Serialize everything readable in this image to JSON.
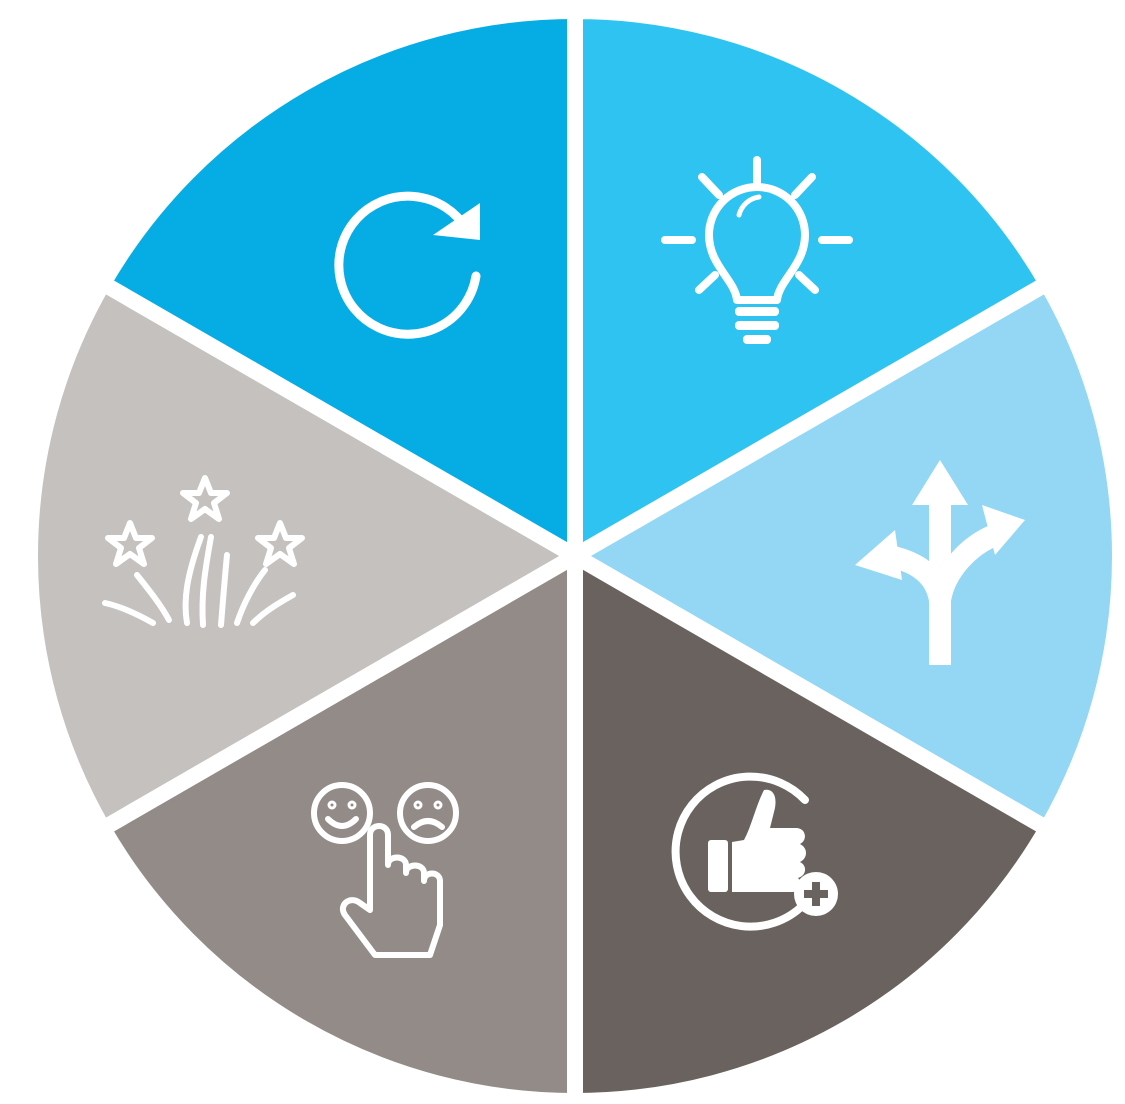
{
  "diagram": {
    "type": "segmented-circle",
    "segments": [
      {
        "id": "cycle",
        "color": "#06ACE4",
        "icon": "refresh-icon"
      },
      {
        "id": "idea",
        "color": "#2EC3F0",
        "icon": "lightbulb-icon"
      },
      {
        "id": "choice",
        "color": "#93D7F5",
        "icon": "branching-arrows-icon"
      },
      {
        "id": "approval",
        "color": "#6A625E",
        "icon": "thumbs-up-plus-icon"
      },
      {
        "id": "feedback",
        "color": "#928B88",
        "icon": "hand-select-emoji-icon"
      },
      {
        "id": "celebration",
        "color": "#C4C1BE",
        "icon": "fireworks-stars-icon"
      }
    ],
    "separator_color": "#FFFFFF"
  }
}
